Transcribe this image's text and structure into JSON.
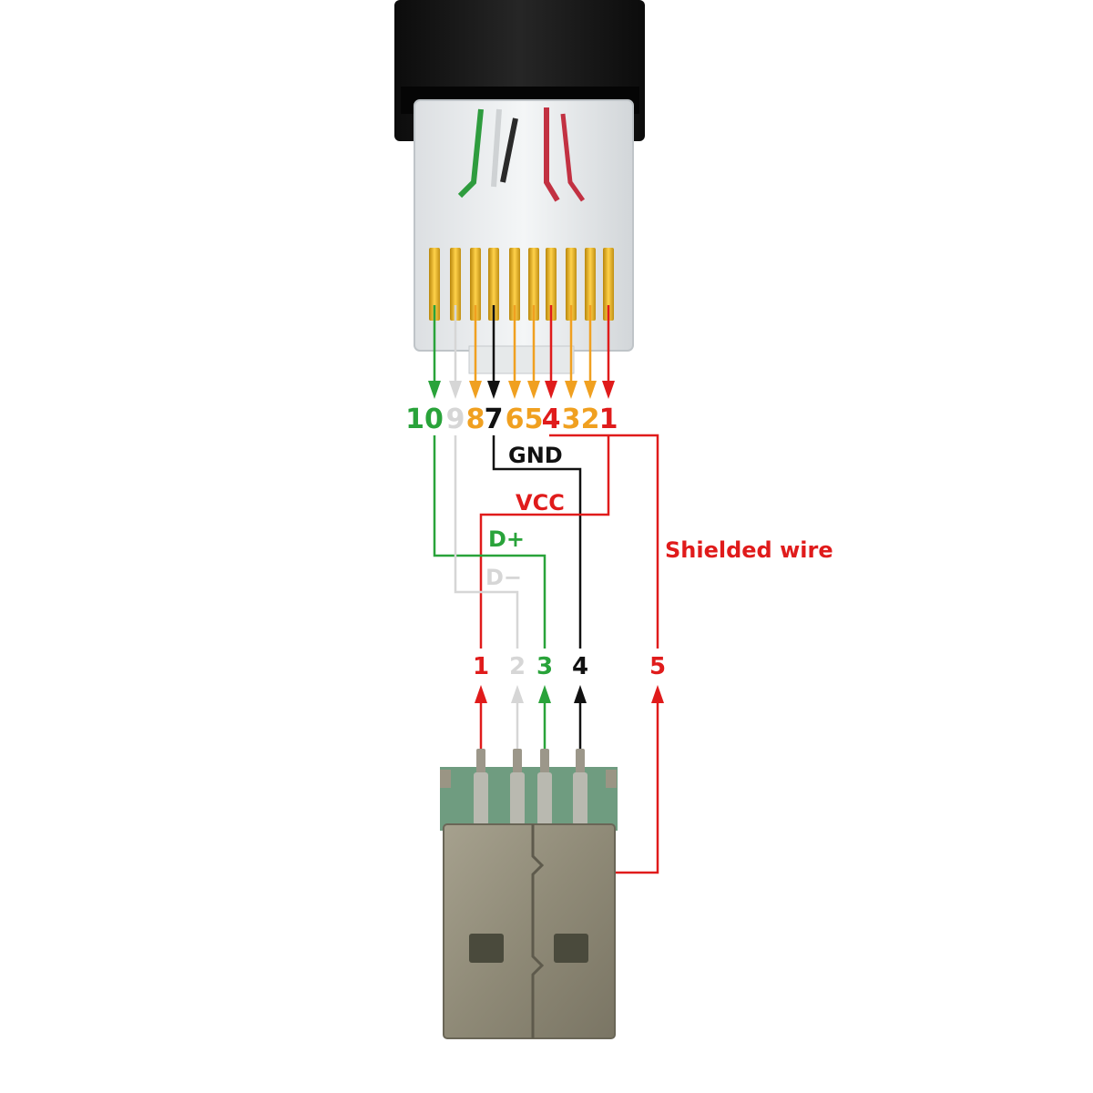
{
  "colors": {
    "green": "#29a33a",
    "white": "#d6d6d6",
    "orange": "#f0a020",
    "black": "#111111",
    "red": "#e01b1b"
  },
  "rj_pins": [
    {
      "label": "10",
      "color": "green"
    },
    {
      "label": "9",
      "color": "white"
    },
    {
      "label": "8",
      "color": "orange"
    },
    {
      "label": "7",
      "color": "black"
    },
    {
      "label": "6",
      "color": "orange"
    },
    {
      "label": "5",
      "color": "orange"
    },
    {
      "label": "4",
      "color": "red"
    },
    {
      "label": "3",
      "color": "orange"
    },
    {
      "label": "2",
      "color": "orange"
    },
    {
      "label": "1",
      "color": "red"
    }
  ],
  "signals": {
    "gnd": "GND",
    "vcc": "VCC",
    "dplus": "D+",
    "dminus": "D−",
    "shield": "Shielded wire"
  },
  "usb_pins": [
    {
      "label": "1",
      "color": "red"
    },
    {
      "label": "2",
      "color": "white"
    },
    {
      "label": "3",
      "color": "green"
    },
    {
      "label": "4",
      "color": "black"
    },
    {
      "label": "5",
      "color": "red"
    }
  ]
}
